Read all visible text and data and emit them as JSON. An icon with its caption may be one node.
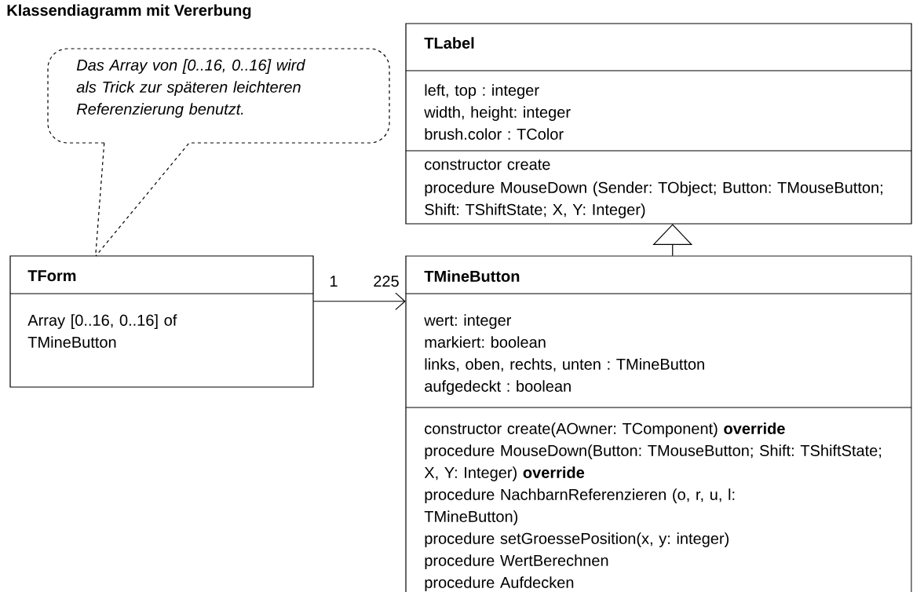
{
  "diagram": {
    "title": "Klassendiagramm mit Vererbung",
    "nodes": [
      {
        "text": [
          "Das Array von [0..16, 0..16] wird als Trick zur späteren leichteren Referenzierung benutzt."
        ]
      },
      {
        "text": [
          "TLabel",
          "left, top : integer",
          "width, height: integer",
          "brush.color : TColor",
          "constructor create",
          "procedure MouseDown (Sender: TObject; Button: TMouseButton; Shift: TShiftState; X, Y: Integer)"
        ]
      },
      {
        "text": [
          "TForm",
          "Array [0..16, 0..16] of TMineButton"
        ]
      },
      {
        "text": [
          "TMineButton",
          "wert: integer",
          "markiert: boolean",
          "links, oben, rechts, unten : TMineButton",
          "aufgedeckt : boolean",
          "constructor create(AOwner: TComponent) **override**",
          "procedure MouseDown(Button: TMouseButton; Shift: TShiftState; X, Y: Integer) **override**",
          "procedure NachbarnReferenzieren (o, r, u, l: TMineButton)",
          "procedure setGroessePosition(x, y: integer)",
          "procedure WertBerechnen",
          "procedure Aufdecken"
        ]
      }
    ],
    "edges": [
      {
        "from": 0,
        "to": 2,
        "arrow": "none",
        "style": "dashed"
      },
      {
        "from": 2,
        "to": 3,
        "arrow": "to"
      },
      {
        "from": 3,
        "to": 1,
        "arrow": "to"
      }
    ],
    "labels": [
      "1",
      "225"
    ]
  }
}
